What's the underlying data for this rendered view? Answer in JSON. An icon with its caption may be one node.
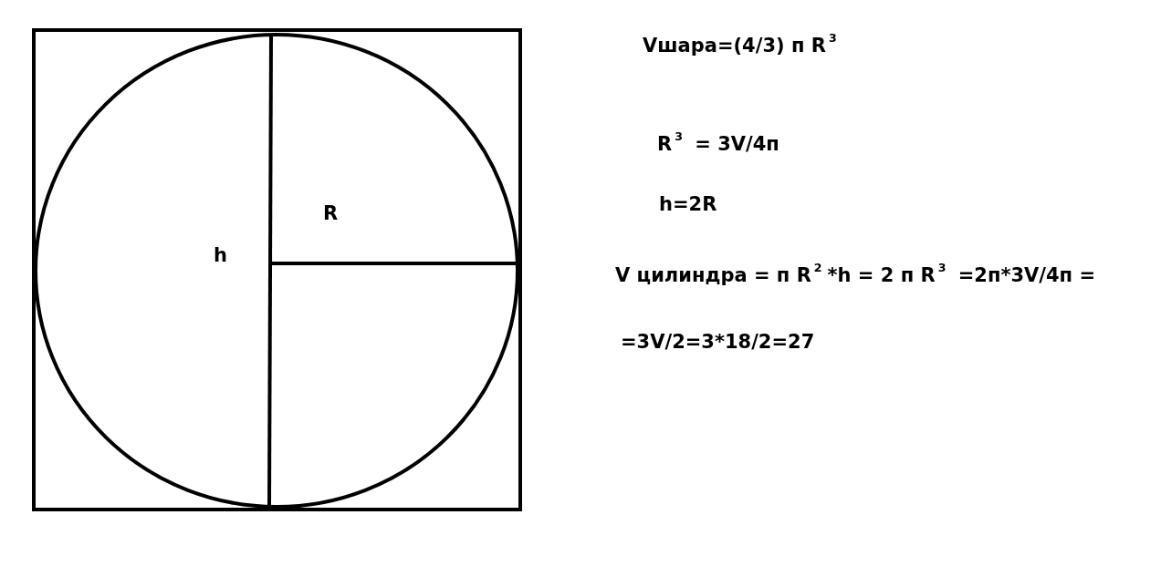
{
  "diagram": {
    "labels": [
      "h",
      "R",
      "Vшара=(4/3) п R$^{3}$",
      "R$^{3}$ = 3V/4п",
      "h=2R",
      "V цилиндра = п R$^{2}$*h = 2 п R$^{3}$ =2п*3V/4п =",
      "=3V/2=3*18/2=27"
    ]
  }
}
